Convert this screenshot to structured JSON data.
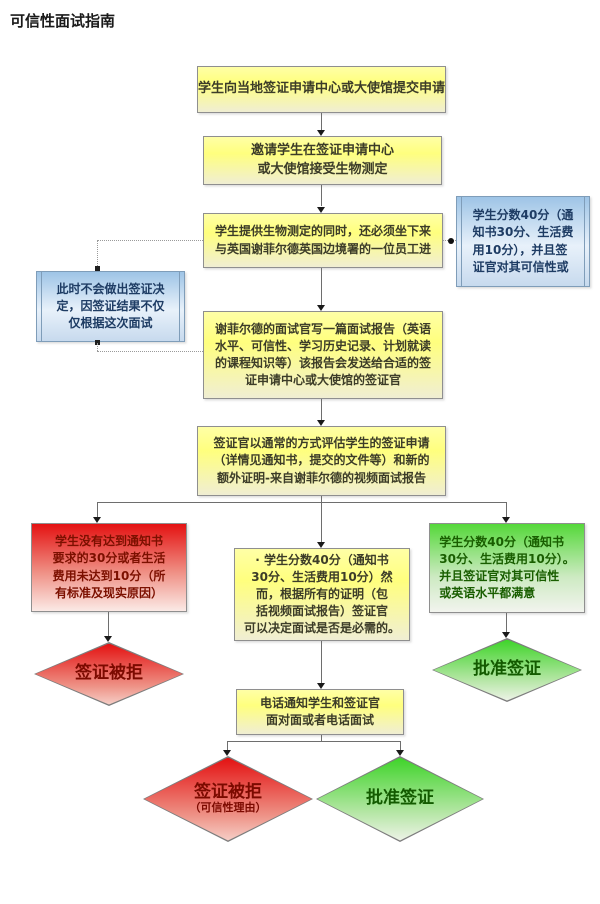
{
  "title": "可信性面试指南",
  "steps": {
    "submit": "学生向当地签证申请中心或大使馆提交申请",
    "invite": "邀请学生在签证申请中心\n或大使馆接受生物测定",
    "biometric": "学生提供生物测定的同时，还必须坐下来\n与英国谢菲尔德英国边境署的一位员工进",
    "report": "谢菲尔德的面试官写一篇面试报告（英语\n水平、可信性、学习历史记录、计划就读\n的课程知识等）该报告会发送给合适的签\n证申请中心或大使馆的签证官",
    "assess": "签证官以通常的方式评估学生的签证申请\n（详情见通知书，提交的文件等）和新的\n额外证明-来自谢菲尔德的视频面试报告"
  },
  "notes": {
    "score_right": "学生分数40分（通\n知书30分、生活费\n用10分），并且签\n证官对其可信性或",
    "no_decision": "此时不会做出签证决\n定，因签证结果不仅\n仅根据这次面试"
  },
  "outcomes": {
    "fail": "学生没有达到通知书\n要求的30分或者生活\n费用未达到10分（所\n有标准及现实原因）",
    "maybe": "·  学生分数40分（通知书\n30分、生活费用10分）然\n而，根据所有的证明（包\n括视频面试报告）签证官\n可以决定面试是否是必需的。",
    "pass": "学生分数40分（通知书\n30分、生活费用10分）。\n并且签证官对其可信性\n或英语水平都满意"
  },
  "phone_step": "电话通知学生和签证官\n面对面或者电话面试",
  "decisions": {
    "reject_top": "签证被拒",
    "approve_top": "批准签证",
    "reject_bottom": "签证被拒",
    "reject_bottom_reason": "（可信性理由）",
    "approve_bottom": "批准签证"
  },
  "colors": {
    "reject_red": "#e41212",
    "approve_green": "#4fd636",
    "process_yellow": "#ffff8e",
    "note_blue": "#9ec4e6"
  }
}
